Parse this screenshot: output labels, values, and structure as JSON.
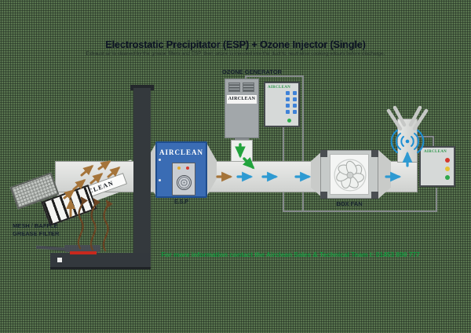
{
  "title": "Electrostatic Precipitator (ESP) + Ozone Injector (Single)",
  "subtitle": "Exhaust air is cleaned by the grease filters and ESP, then ozone is injected into the duct to neutralise cooking odours before discharge.",
  "brand": "AIRCLEAN",
  "labels": {
    "filter_line1": "MESH / BAFFLE",
    "filter_line2": "GREASE FILTER",
    "esp": "E.S.P",
    "ozone": "OZONE GENERATOR",
    "box_fan": "BOX FAN"
  },
  "footer": {
    "contact": "For more information contact the Airclean Sales & Technical Team t: 01453 890 777"
  },
  "icons": {
    "airflow": "right-arrow",
    "hood_airflow": "diagonal-arrows",
    "ozone_injection": "down-arrow",
    "smoke": "wavy-arrows",
    "discharge_emission": "radio-waves",
    "fan": "fan-blades"
  },
  "colors": {
    "background": "#4a6144",
    "duct_grey": "#d8dad8",
    "esp_blue": "#3a6cb4",
    "arrow_tan": "#a5743a",
    "arrow_blue": "#2e9ad2",
    "arrow_green": "#21a33c",
    "smoke_brown": "#6b4423",
    "wifi_blue": "#1d8fd4",
    "footer_green": "#13993e",
    "led_red": "#d5382c",
    "led_yellow": "#e5c233",
    "led_green": "#2fa84c",
    "flame_red": "#c8281d"
  }
}
